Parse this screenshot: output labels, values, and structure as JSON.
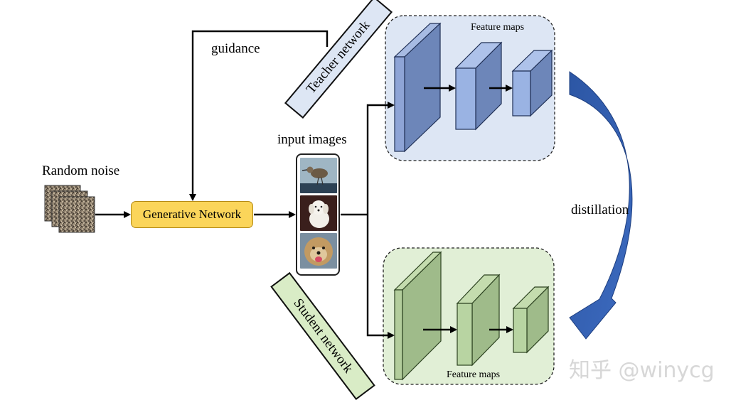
{
  "labels": {
    "random_noise": "Random noise",
    "generative_network": "Generative Network",
    "guidance": "guidance",
    "input_images": "input images",
    "teacher_network": "Teacher network",
    "student_network": "Student network",
    "feature_maps_teacher": "Feature maps",
    "feature_maps_student": "Feature maps",
    "distillation": "distillation"
  },
  "watermark": "知乎 @winycg",
  "images": [
    {
      "icon": "bird-photo-icon"
    },
    {
      "icon": "white-dog-photo-icon"
    },
    {
      "icon": "terrier-dog-photo-icon"
    }
  ],
  "colors": {
    "teacher_panel": "#dde6f4",
    "teacher_block": "#7a93c6",
    "student_panel": "#e1efd6",
    "student_block": "#9fbb8a",
    "generator": "#fbd55a",
    "distillation_arrow": "#2f59a8"
  }
}
